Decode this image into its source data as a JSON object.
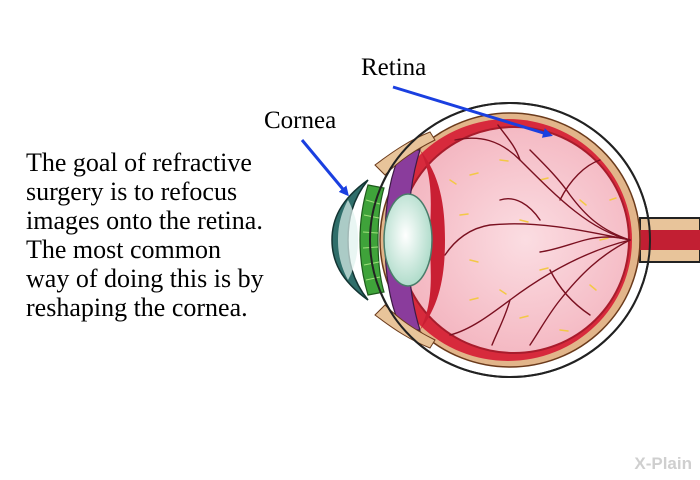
{
  "labels": {
    "retina": "Retina",
    "cornea": "Cornea"
  },
  "body_text": [
    "The goal of refractive",
    "surgery is to refocus",
    "images onto the retina.",
    "The most common",
    "way of doing this is by",
    "reshaping the cornea."
  ],
  "watermark": "X-Plain",
  "colors": {
    "arrow": "#1a3fe0",
    "retina_red": "#d72a3c",
    "vitreous_pink": "#f7c3cb",
    "sclera_tan": "#e2b58a",
    "iris_green": "#3fa33a",
    "ciliary_purple": "#8a3c9c",
    "cornea_teal": "#2f6e6a",
    "lens_mint": "#cfeee2"
  }
}
